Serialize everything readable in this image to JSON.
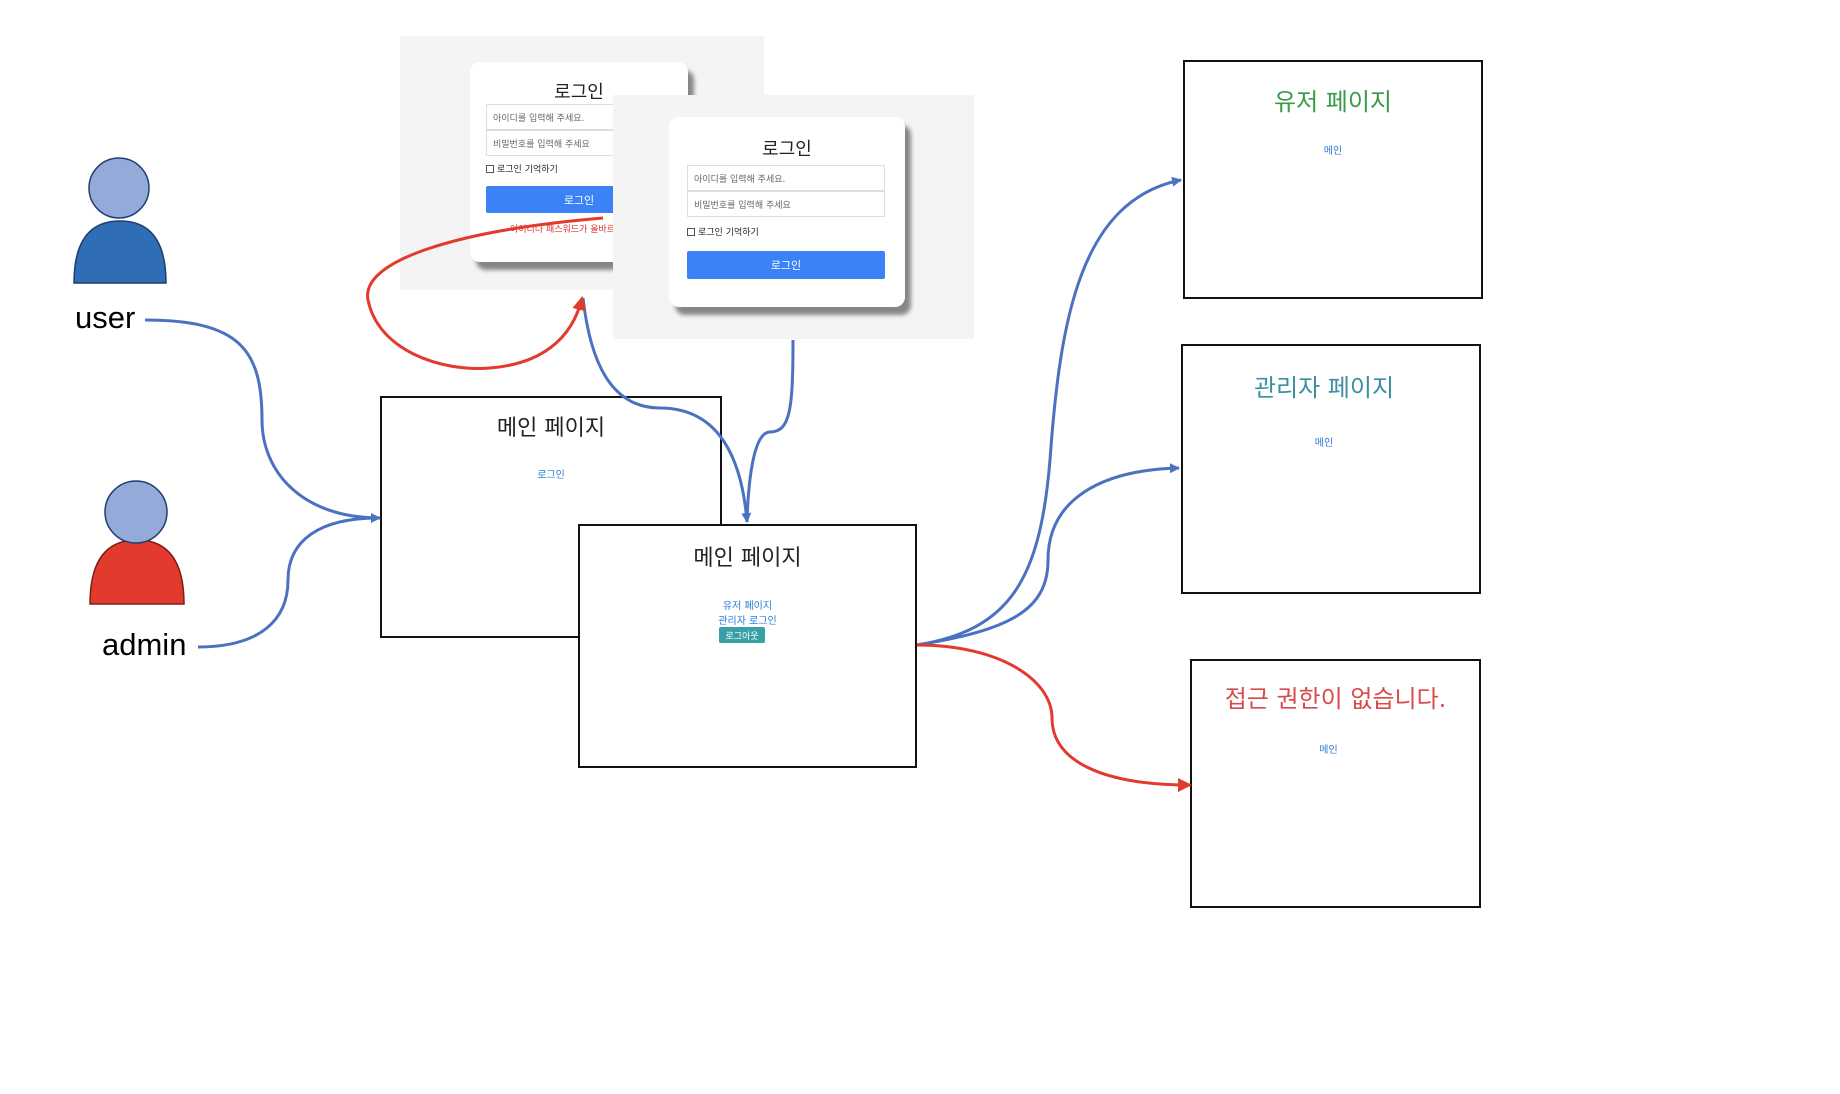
{
  "actors": {
    "user": {
      "label": "user",
      "body_color": "#2f6db5",
      "head_color": "#94aad8"
    },
    "admin": {
      "label": "admin",
      "body_color": "#e23a2c",
      "head_color": "#94aad8"
    }
  },
  "login_screens": {
    "back": {
      "title": "로그인",
      "id_placeholder": "아이디를 입력해 주세요.",
      "pw_placeholder": "비밀번호를 입력해 주세요",
      "remember_label": "로그인 기억하기",
      "button_label": "로그인",
      "error_text": "아이디나 패스워드가 올바르지"
    },
    "front": {
      "title": "로그인",
      "id_placeholder": "아이디를 입력해 주세요.",
      "pw_placeholder": "비밀번호를 입력해 주세요",
      "remember_label": "로그인 기억하기",
      "button_label": "로그인"
    }
  },
  "main_page_guest": {
    "title": "메인 페이지",
    "login_link": "로그인"
  },
  "main_page_logged_in": {
    "title": "메인 페이지",
    "user_page_link": "유저 페이지",
    "admin_login_link": "관리자 로그인",
    "logout_button": "로그아웃"
  },
  "user_page": {
    "title": "유저 페이지",
    "title_color": "#3a9a4a",
    "main_link": "메인"
  },
  "admin_page": {
    "title": "관리자 페이지",
    "title_color": "#3a8fa0",
    "main_link": "메인"
  },
  "denied_page": {
    "title": "접근 권한이 없습니다.",
    "title_color": "#d94a4a",
    "main_link": "메인"
  },
  "arrow_colors": {
    "normal": "#4a72c0",
    "error": "#e23a2c"
  }
}
